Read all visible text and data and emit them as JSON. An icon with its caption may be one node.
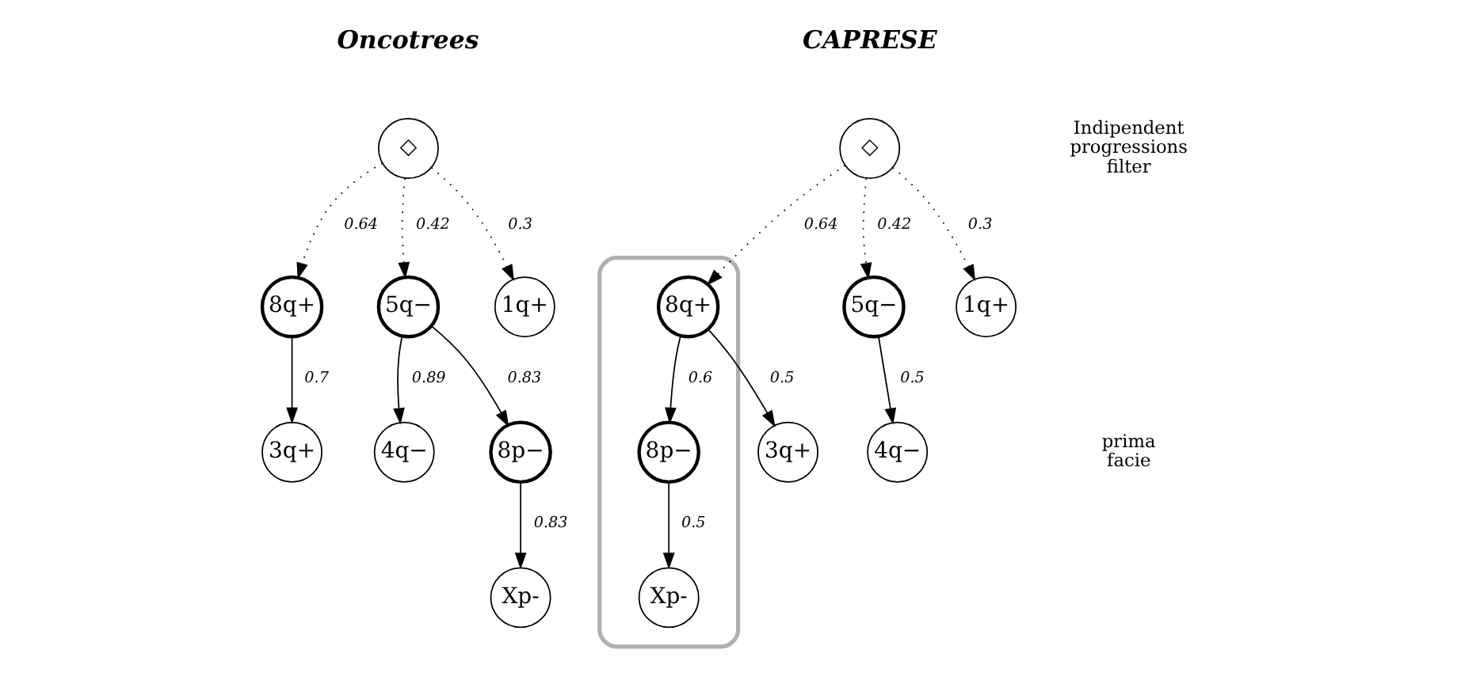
{
  "diagram": {
    "nodes": [
      {
        "text": [
          "◇"
        ]
      },
      {
        "text": [
          "8q+"
        ]
      },
      {
        "text": [
          "5q−"
        ]
      },
      {
        "text": [
          "1q+"
        ]
      },
      {
        "text": [
          "3q+"
        ]
      },
      {
        "text": [
          "4q−"
        ]
      },
      {
        "text": [
          "8p−"
        ]
      },
      {
        "text": [
          "Xp-"
        ]
      },
      {
        "text": [
          "◇"
        ]
      },
      {
        "text": [],
        "shape": "oval"
      },
      {
        "text": [
          "8q+"
        ],
        "in": 9
      },
      {
        "text": [
          "5q−"
        ]
      },
      {
        "text": [
          "1q+"
        ]
      },
      {
        "text": [
          "3q+"
        ]
      },
      {
        "text": [
          "8p−"
        ],
        "in": 9
      },
      {
        "text": [
          "4q−"
        ]
      },
      {
        "text": [
          "Xp-"
        ],
        "in": 9
      }
    ],
    "edges": [
      {
        "from": 0,
        "to": 1,
        "arrow": "to",
        "label": "0.64",
        "style": "dashed"
      },
      {
        "from": 0,
        "to": 2,
        "arrow": "to",
        "label": "0.42",
        "style": "dashed"
      },
      {
        "from": 0,
        "to": 3,
        "arrow": "to",
        "label": "0.3",
        "style": "dashed"
      },
      {
        "from": 1,
        "to": 4,
        "arrow": "to",
        "label": "0.7"
      },
      {
        "from": 2,
        "to": 5,
        "arrow": "to",
        "label": "0.89"
      },
      {
        "from": 2,
        "to": 6,
        "arrow": "to",
        "label": "0.83"
      },
      {
        "from": 6,
        "to": 7,
        "arrow": "to",
        "label": "0.83"
      },
      {
        "from": 8,
        "to": 10,
        "arrow": "to",
        "label": "0.64",
        "style": "dashed"
      },
      {
        "from": 8,
        "to": 11,
        "arrow": "to",
        "label": "0.42",
        "style": "dashed"
      },
      {
        "from": 8,
        "to": 12,
        "arrow": "to",
        "label": "0.3",
        "style": "dashed"
      },
      {
        "from": 10,
        "to": 13,
        "arrow": "to",
        "label": "0.5"
      },
      {
        "from": 10,
        "to": 14,
        "arrow": "to",
        "label": "0.6"
      },
      {
        "from": 11,
        "to": 15,
        "arrow": "to",
        "label": "0.5"
      },
      {
        "from": 14,
        "to": 16,
        "arrow": "to",
        "label": "0.5"
      }
    ],
    "labels": [
      "Oncotrees",
      "CAPRESE",
      "Indipendent progressions filter",
      "prima facie"
    ]
  }
}
